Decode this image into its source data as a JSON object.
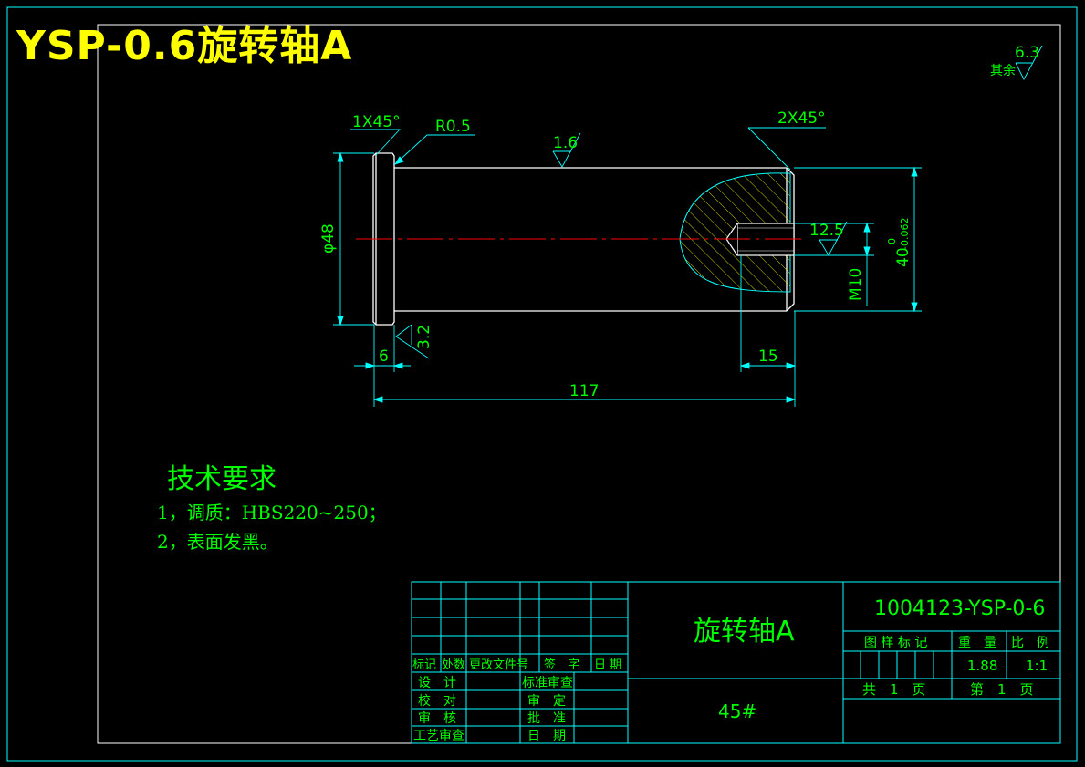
{
  "header": {
    "title": "YSP-0.6旋转轴A"
  },
  "surface": {
    "rest_label": "其余",
    "rest_value": "6.3"
  },
  "drawing": {
    "chamfer_left": "1X45°",
    "fillet": "R0.5",
    "chamfer_right": "2X45°",
    "rough_top": "1.6",
    "rough_flange": "3.2",
    "rough_hole": "12.5",
    "dia_label": "φ48",
    "thread_label": "M10",
    "len_total": "117",
    "len_flange": "6",
    "len_hole": "15",
    "hole_dia": "40",
    "tol_upper": "0",
    "tol_lower": "-0.062"
  },
  "requirements": {
    "heading": "技术要求",
    "items": [
      "1，调质：HBS220~250；",
      "2，表面发黑。"
    ]
  },
  "titleblock": {
    "part_name": "旋转轴A",
    "material": "45#",
    "drawing_no": "1004123-YSP-0-6",
    "rev_headers": [
      "标记",
      "处数",
      "更改文件号",
      "签　字",
      "日 期"
    ],
    "sign_left": [
      "设　计",
      "校　对",
      "审　核",
      "工艺审查"
    ],
    "sign_mid": [
      "标准审查",
      "审　定",
      "批　准",
      "日　期"
    ],
    "attr_headers": [
      "图 样 标 记",
      "重　量",
      "比　例"
    ],
    "weight": "1.88",
    "scale": "1:1",
    "sheets_total": "共　1　页",
    "sheet_no": "第　1　页"
  },
  "colors": {
    "frame": "#00ffff",
    "part": "#ffffff",
    "text": "#00ff00",
    "title": "#ffff00",
    "hatch": "#ffff00",
    "center": "#ff0000"
  }
}
